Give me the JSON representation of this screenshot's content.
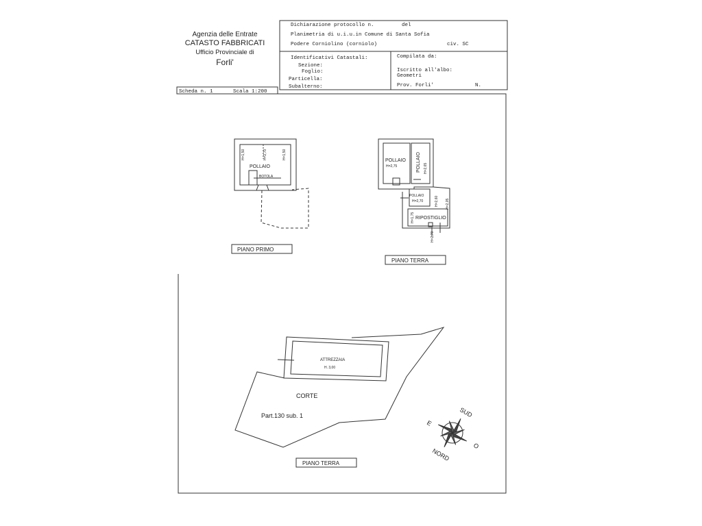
{
  "office": {
    "agency": "Agenzia delle Entrate",
    "catasto": "CATASTO FABBRICATI",
    "ufficio": "Ufficio Provinciale di",
    "city": "Forli'"
  },
  "header": {
    "protocollo": "Dichiarazione protocollo n.",
    "del": "del",
    "planimetria": "Planimetria di u.i.u.in Comune di Santa Sofia",
    "podere": "Podere Corniolino (corniolo)",
    "civ": "civ. SC",
    "identificativi": "Identificativi Catastali:",
    "sezione": "Sezione:",
    "foglio": "Foglio:",
    "particella": "Particella:",
    "subalterno": "Subalterno:",
    "compilata": "Compilata da:",
    "iscritto": "Iscritto all'albo:",
    "geometri": "Geometri",
    "prov": "Prov. Forli'",
    "n": "N.",
    "scheda": "Scheda n. 1",
    "scala": "Scala 1:200"
  },
  "piano_primo": {
    "label": "PIANO PRIMO",
    "room": "POLLAIO",
    "h1": "H=1,50",
    "h2": "H=2,70",
    "h3": "H=1,50",
    "botola": "BOTOLA"
  },
  "piano_terra_1": {
    "label": "PIANO TERRA",
    "room1": "POLLAIO",
    "room1_h": "H=2,75",
    "room2": "POLLAIO",
    "room2_h": "H=2,65",
    "room3": "POLLAIO",
    "room3_h": "H=2,70",
    "room4": "RIPOSTIGLIO",
    "h_a": "H=2,60",
    "h_b": "H=2,05",
    "h_c": "H=1,75",
    "h_d": "H=2,70"
  },
  "piano_terra_2": {
    "label": "PIANO TERRA",
    "building": "ATTREZZAIA",
    "building_h": "H. 3,00",
    "corte": "CORTE",
    "part": "Part.130 sub. 1"
  },
  "compass": {
    "sud": "SUD",
    "e": "E",
    "o": "O",
    "nord": "NORD"
  }
}
